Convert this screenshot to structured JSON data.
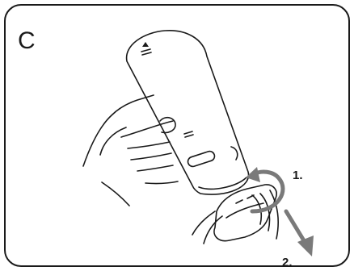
{
  "panel": {
    "letter": "C",
    "frame_color": "#1a1a1a",
    "background": "#ffffff"
  },
  "figure": {
    "subject": "remote-control-battery-cover-removal",
    "icons": [
      "remote-body-icon",
      "hand-icon",
      "battery-cover-icon",
      "rotate-arrow-icon",
      "pull-arrow-icon"
    ],
    "arrow_color": "#7a7a7a"
  },
  "steps": [
    {
      "label": "1."
    },
    {
      "label": "2."
    }
  ]
}
